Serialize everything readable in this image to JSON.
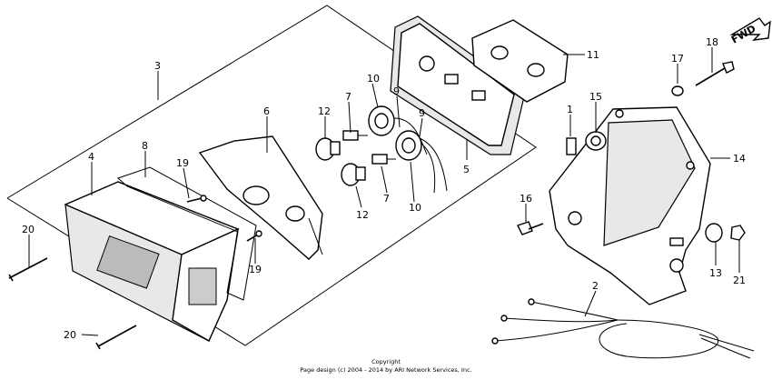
{
  "diagram": {
    "direction_label": "FWD",
    "callouts": [
      {
        "id": "c3",
        "text": "3"
      },
      {
        "id": "c6",
        "text": "6"
      },
      {
        "id": "c7a",
        "text": "7"
      },
      {
        "id": "c7b",
        "text": "7"
      },
      {
        "id": "c10a",
        "text": "10"
      },
      {
        "id": "c10b",
        "text": "10"
      },
      {
        "id": "c9a",
        "text": "9"
      },
      {
        "id": "c9b",
        "text": "9"
      },
      {
        "id": "c12a",
        "text": "12"
      },
      {
        "id": "c12b",
        "text": "12"
      },
      {
        "id": "c11",
        "text": "11"
      },
      {
        "id": "c5",
        "text": "5"
      },
      {
        "id": "c8",
        "text": "8"
      },
      {
        "id": "c4",
        "text": "4"
      },
      {
        "id": "c19a",
        "text": "19"
      },
      {
        "id": "c19b",
        "text": "19"
      },
      {
        "id": "c20a",
        "text": "20"
      },
      {
        "id": "c20b",
        "text": "20"
      },
      {
        "id": "c17",
        "text": "17"
      },
      {
        "id": "c18",
        "text": "18"
      },
      {
        "id": "c15",
        "text": "15"
      },
      {
        "id": "c1",
        "text": "1"
      },
      {
        "id": "c14",
        "text": "14"
      },
      {
        "id": "c16",
        "text": "16"
      },
      {
        "id": "c13",
        "text": "13"
      },
      {
        "id": "c21",
        "text": "21"
      },
      {
        "id": "c2",
        "text": "2"
      }
    ],
    "copyright_title": "Copyright",
    "copyright_text": "Page design (c) 2004 - 2014 by ARI Network Services, Inc."
  }
}
